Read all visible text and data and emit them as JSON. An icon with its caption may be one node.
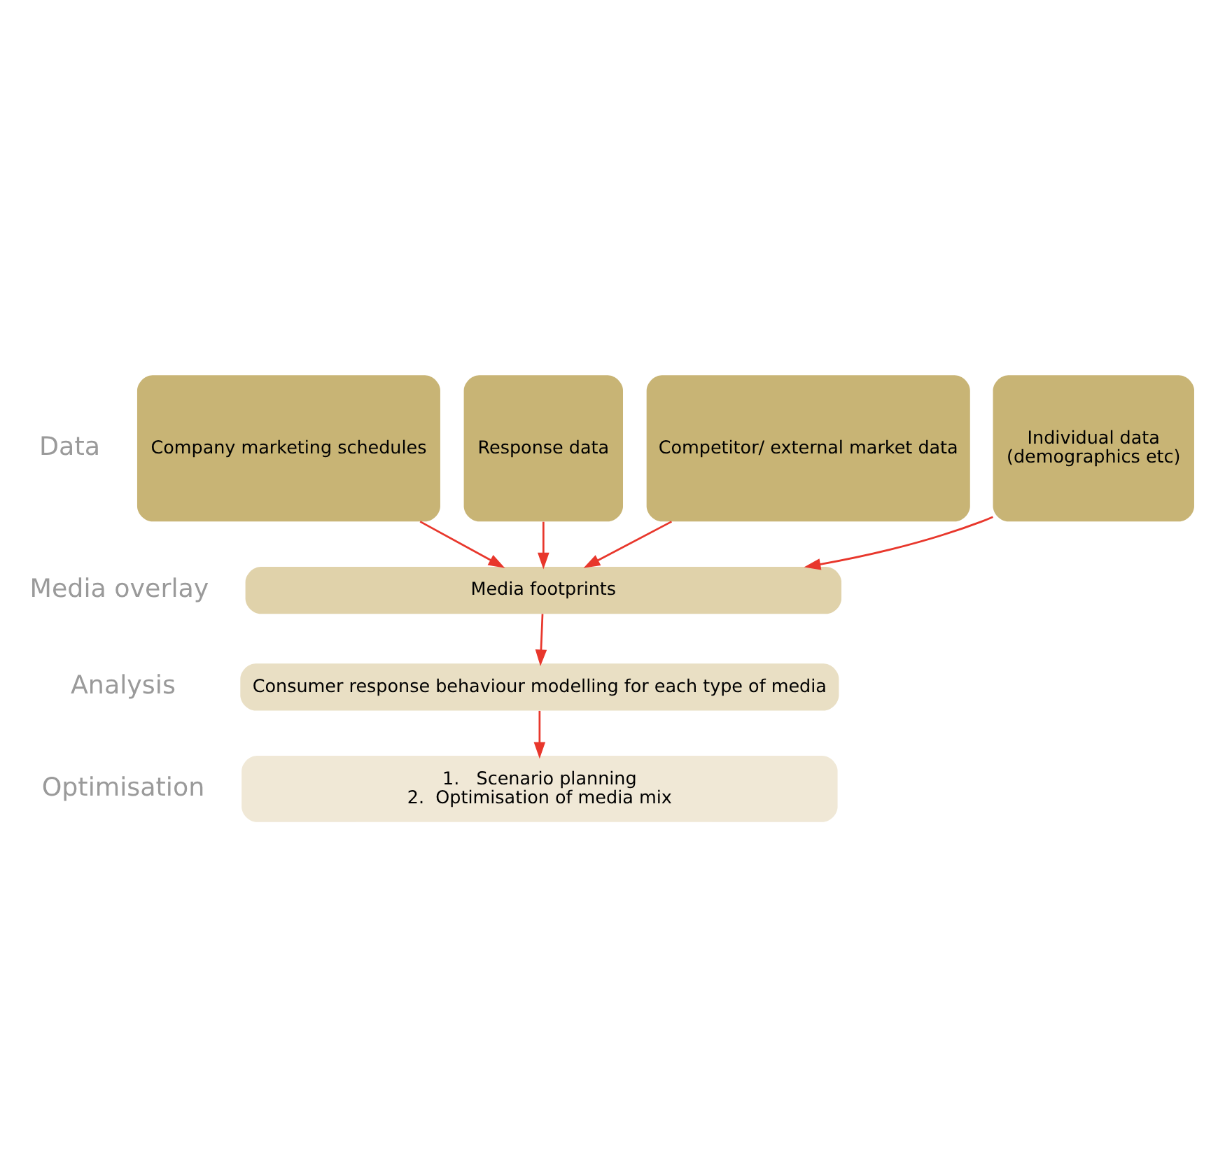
{
  "diagram": {
    "nodes": [
      {
        "text": [
          "Individual data",
          "(demographics etc)"
        ]
      },
      {
        "text": [
          "Company marketing schedules"
        ]
      },
      {
        "text": [
          "Response data"
        ]
      },
      {
        "text": [
          "Competitor/ external market data"
        ]
      },
      {
        "text": [
          "Media footprints"
        ]
      },
      {
        "text": [
          "Consumer response behaviour modelling for each type of media"
        ]
      },
      {
        "text": [
          "1.   Scenario planning",
          "2.  Optimisation of media mix"
        ]
      }
    ],
    "edges": [
      {
        "from": 0,
        "to": 4,
        "arrow": "to"
      },
      {
        "from": 1,
        "to": 4,
        "arrow": "to"
      },
      {
        "from": 2,
        "to": 4,
        "arrow": "to"
      },
      {
        "from": 3,
        "to": 4,
        "arrow": "to"
      },
      {
        "from": 4,
        "to": 5,
        "arrow": "to"
      },
      {
        "from": 5,
        "to": 6,
        "arrow": "to"
      }
    ],
    "labels": [
      "Data",
      "Media overlay",
      "Analysis",
      "Optimisation"
    ]
  }
}
